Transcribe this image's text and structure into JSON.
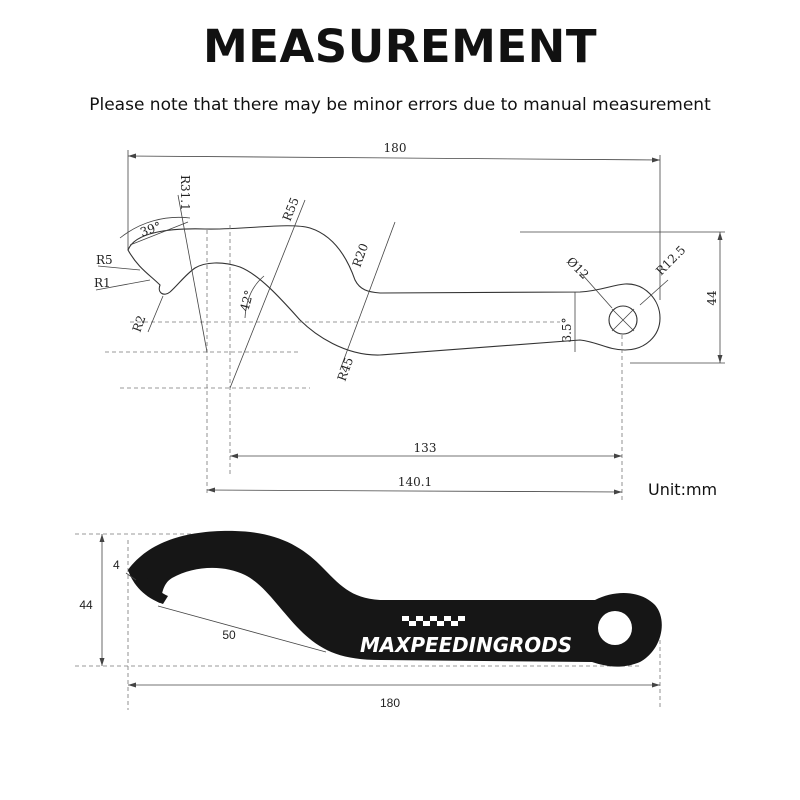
{
  "header": {
    "title": "MEASUREMENT",
    "note": "Please note that there may be minor errors due to manual measurement"
  },
  "unit_label": "Unit:mm",
  "drawing": {
    "overall_length": "180",
    "height": "44",
    "angle_top": "39°",
    "angle_mid": "42°",
    "r_31_1": "R31.1",
    "r_55": "R55",
    "r_20": "R20",
    "r_45": "R45",
    "r_5": "R5",
    "r_1": "R1",
    "r_2": "R2",
    "hole_dia": "Ø12",
    "r_12_5": "R12.5",
    "offset_angle": "3.5°",
    "len_133": "133",
    "len_140": "140.1"
  },
  "photo": {
    "hook_width": "4",
    "height": "44",
    "hook_length": "50",
    "overall_length": "180",
    "brand": "MAXPEEDINGRODS"
  }
}
